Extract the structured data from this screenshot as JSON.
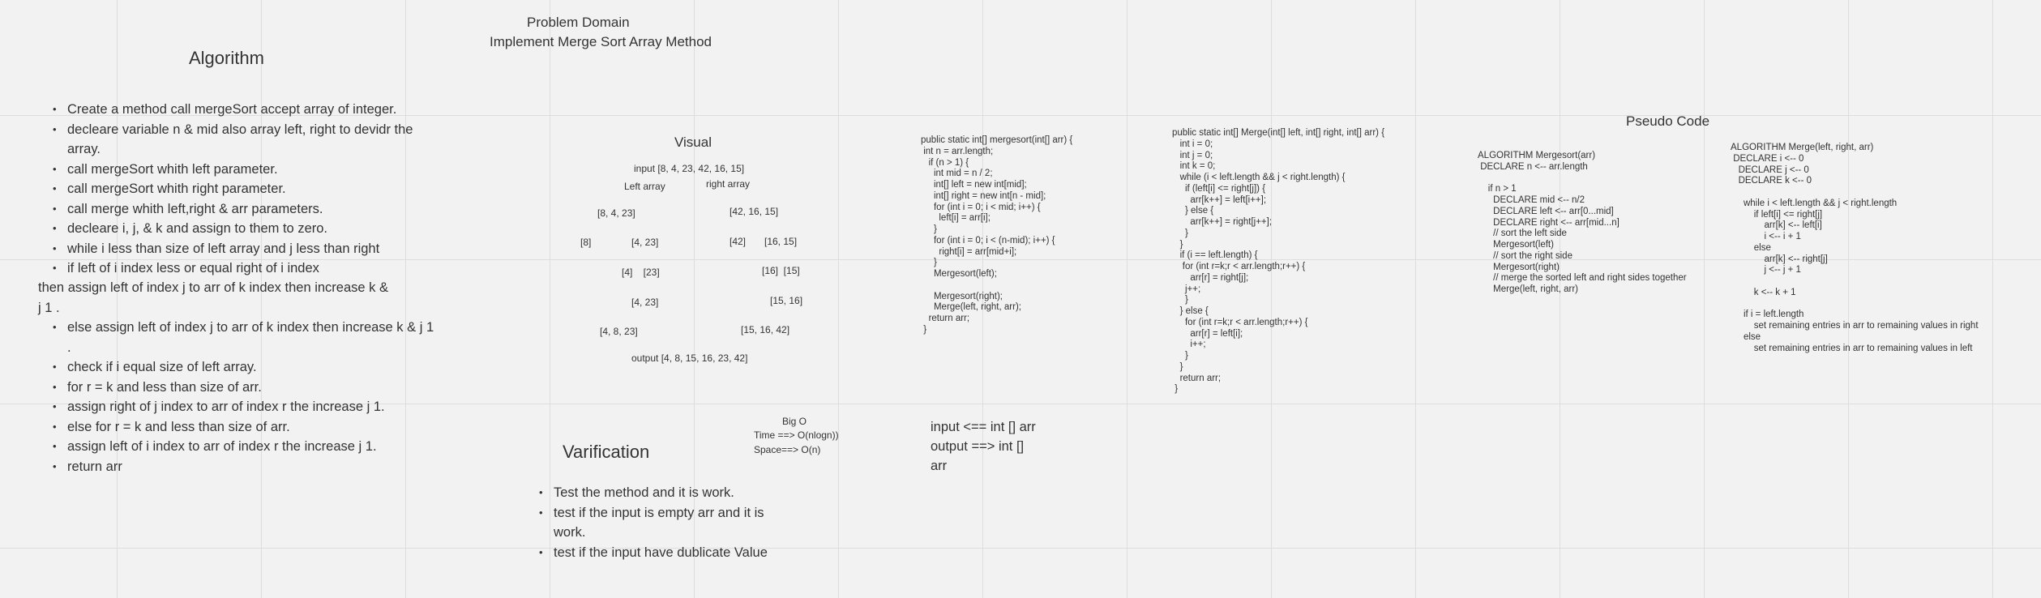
{
  "header": {
    "title": "Problem Domain",
    "subtitle": "Implement Merge Sort Array Method"
  },
  "algorithm": {
    "heading": "Algorithm",
    "steps_a": [
      "Create a method call mergeSort accept array of integer.",
      "decleare variable n & mid also array left, right to devidr the array.",
      "call mergeSort whith left parameter.",
      "call mergeSort whith right parameter.",
      "call merge whith left,right & arr parameters.",
      "decleare i, j, & k and assign to them to zero.",
      "while i less than size of left array and  j less than right",
      "if left of i index less or equal right of i index"
    ],
    "continuation": "then assign left of index j to arr of k index then increase k &\nj 1 .",
    "steps_b": [
      "else assign left of index j to arr of k index then increase k & j 1 .",
      "check if i equal size of left array.",
      "for r = k and less than size of arr.",
      "assign right of j index to arr of index r the increase j 1.",
      "else for r = k and less than size of arr.",
      "assign left of i index to arr of index r the increase j 1.",
      "return arr"
    ]
  },
  "visual": {
    "heading": "Visual",
    "input": "input  [8, 4, 23, 42, 16, 15]",
    "left_label": "Left array",
    "right_label": "right array",
    "l1": "[8, 4, 23]",
    "r1": "[42, 16, 15]",
    "l2a": "[8]",
    "l2b": "[4, 23]",
    "r2a": "[42]",
    "r2b": "[16, 15]",
    "l3": "[4]    [23]",
    "r3": "[16]  [15]",
    "l4": "[4, 23]",
    "r4": "[15, 16]",
    "l5": "[4, 8, 23]",
    "r5": "[15, 16, 42]",
    "output": "output [4, 8, 15, 16, 23, 42]"
  },
  "verification": {
    "heading": "Varification",
    "items": [
      "Test the method and it is work.",
      "test if the input is empty arr and it is work.",
      "test if the input have dublicate Value"
    ]
  },
  "big_o": {
    "title": "Big O",
    "time": "Time ==> O(nlogn))",
    "space": "Space==> O(n)"
  },
  "io": {
    "input": "input <== int [] arr",
    "output": "output ==> int []",
    "output_cont": "arr"
  },
  "code": {
    "mergesort": "public static int[] mergesort(int[] arr) {\n int n = arr.length;\n   if (n > 1) {\n     int mid = n / 2;\n     int[] left = new int[mid];\n     int[] right = new int[n - mid];\n     for (int i = 0; i < mid; i++) {\n       left[i] = arr[i];\n     }\n     for (int i = 0; i < (n-mid); i++) {\n       right[i] = arr[mid+i];\n     }\n     Mergesort(left);\n\n     Mergesort(right);\n     Merge(left, right, arr);\n   return arr;\n }",
    "merge": "public static int[] Merge(int[] left, int[] right, int[] arr) {\n   int i = 0;\n   int j = 0;\n   int k = 0;\n   while (i < left.length && j < right.length) {\n     if (left[i] <= right[j]) {\n       arr[k++] = left[i++];\n     } else {\n       arr[k++] = right[j++];\n     }\n   }\n   if (i == left.length) {\n    for (int r=k;r < arr.length;r++) {\n       arr[r] = right[j];\n     j++;\n     }\n   } else {\n     for (int r=k;r < arr.length;r++) {\n       arr[r] = left[i];\n       i++;\n     }\n   }\n   return arr;\n }"
  },
  "pseudo": {
    "heading": "Pseudo Code",
    "mergesort": "ALGORITHM Mergesort(arr)\n DECLARE n <-- arr.length\n\n    if n > 1\n      DECLARE mid <-- n/2\n      DECLARE left <-- arr[0...mid]\n      DECLARE right <-- arr[mid...n]\n      // sort the left side\n      Mergesort(left)\n      // sort the right side\n      Mergesort(right)\n      // merge the sorted left and right sides together\n      Merge(left, right, arr)",
    "merge": "ALGORITHM Merge(left, right, arr)\n DECLARE i <-- 0\n   DECLARE j <-- 0\n   DECLARE k <-- 0\n\n     while i < left.length && j < right.length\n         if left[i] <= right[j]\n             arr[k] <-- left[i]\n             i <-- i + 1\n         else\n             arr[k] <-- right[j]\n             j <-- j + 1\n\n         k <-- k + 1\n\n     if i = left.length\n         set remaining entries in arr to remaining values in right\n     else\n         set remaining entries in arr to remaining values in left"
  }
}
